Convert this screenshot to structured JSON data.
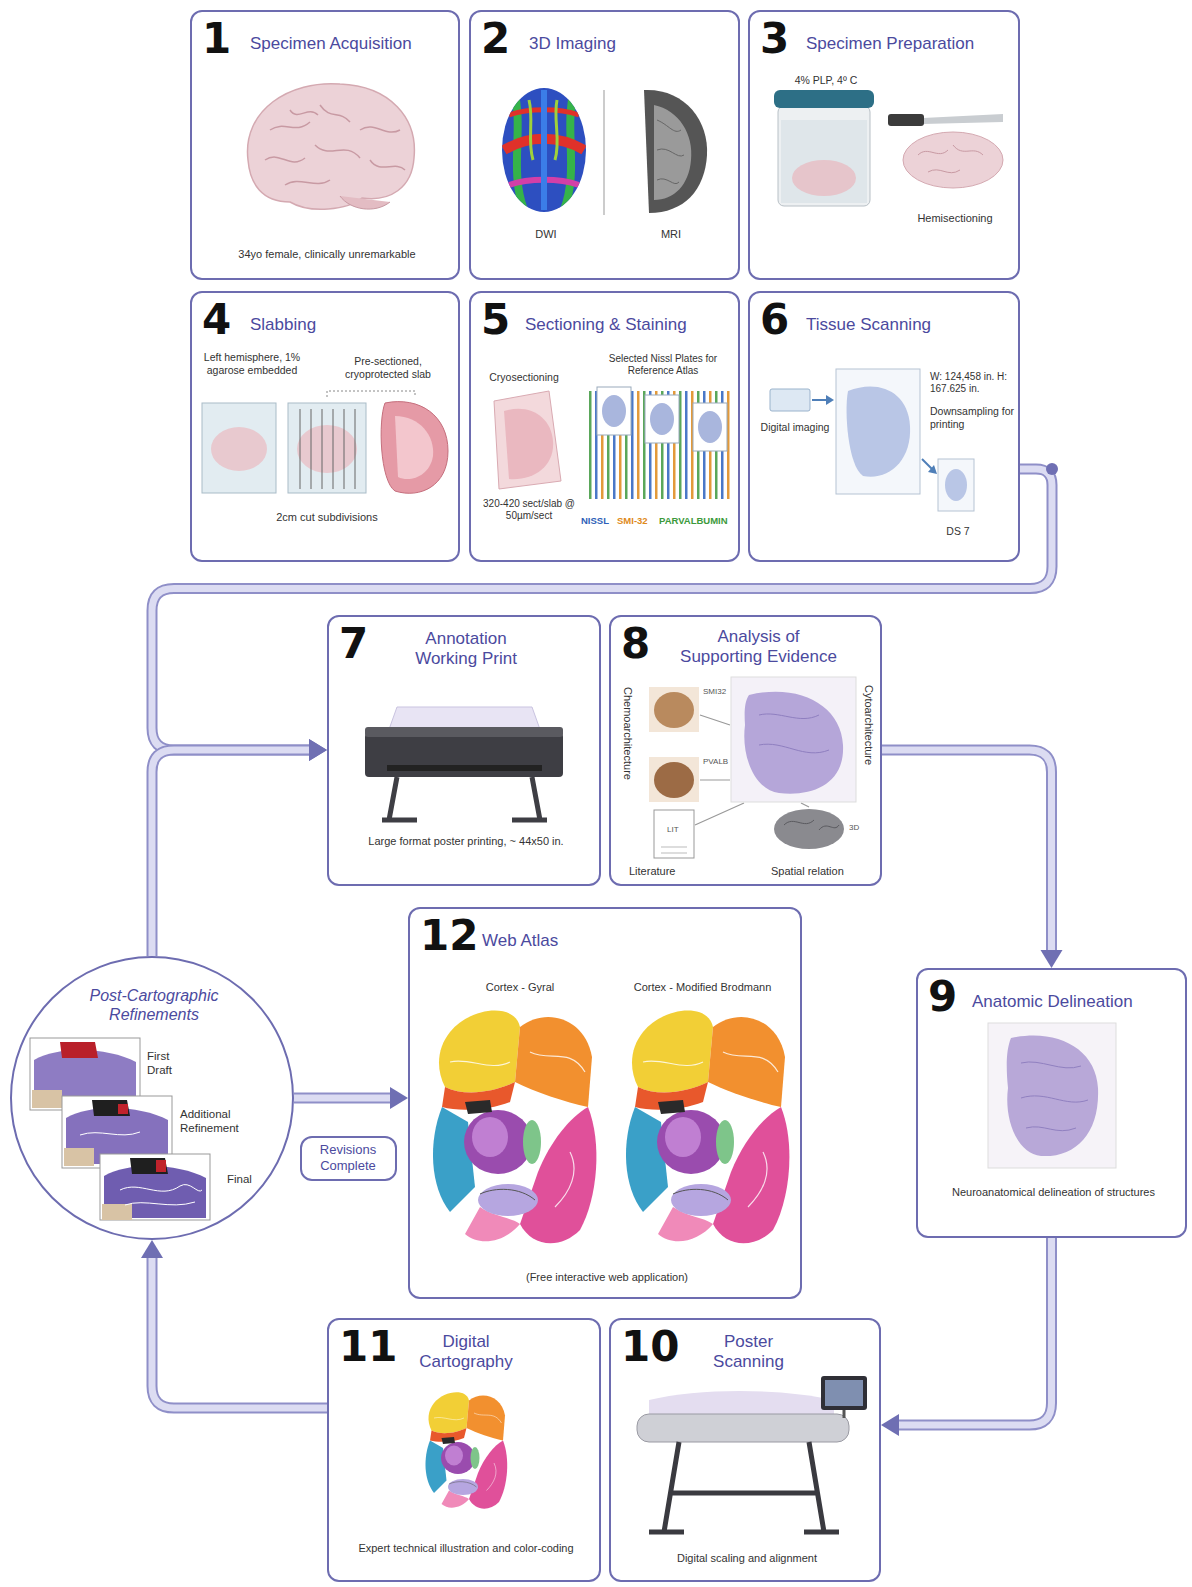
{
  "diagram": {
    "nodes": [
      {
        "text": [
          "1",
          "Specimen Acquisition",
          "34yo female, clinically unremarkable"
        ]
      },
      {
        "text": [
          "2",
          "3D Imaging",
          "DWI",
          "MRI"
        ]
      },
      {
        "text": [
          "3",
          "Specimen Preparation",
          "4% PLP, 4º C",
          "Hemisectioning"
        ]
      },
      {
        "text": [
          "4",
          "Slabbing",
          "Left hemisphere, 1% agarose embedded",
          "Pre-sectioned, cryoprotected slab",
          "2cm cut subdivisions"
        ]
      },
      {
        "text": [
          "5",
          "Sectioning & Staining",
          "Cryosectioning",
          "Selected Nissl Plates for Reference Atlas",
          "320-420 sect/slab @ 50µm/sect",
          "NISSL",
          "SMI-32",
          "PARVALBUMIN"
        ]
      },
      {
        "text": [
          "6",
          "Tissue Scanning",
          "Digital imaging",
          "W: 124,458 in. H: 167.625 in.",
          "Downsampling for printing",
          "DS 7"
        ]
      },
      {
        "text": [
          "7",
          "Annotation Working Print",
          "Large format poster printing, ~ 44x50 in."
        ]
      },
      {
        "text": [
          "8",
          "Analysis of Supporting Evidence",
          "Chemoarchitecture",
          "Cytoarchitecture",
          "Literature",
          "Spatial relation",
          "SMI32",
          "PVALB",
          "LIT",
          "3D"
        ]
      },
      {
        "text": [
          "Post-Cartographic Refinements",
          "First Draft",
          "Additional Refinement",
          "Final"
        ]
      },
      {
        "text": [
          "Revisions Complete"
        ]
      },
      {
        "text": [
          "12",
          "Web Atlas",
          "Cortex - Gyral",
          "Cortex - Modified Brodmann",
          "(Free interactive web application)"
        ]
      },
      {
        "text": [
          "9",
          "Anatomic Delineation",
          "Neuroanatomical delineation of structures"
        ]
      },
      {
        "text": [
          "11",
          "Digital Cartography",
          "Expert technical illustration and color-coding"
        ]
      },
      {
        "text": [
          "10",
          "Poster Scanning",
          "Digital scaling and alignment"
        ]
      }
    ],
    "edges": [
      {
        "from": 5,
        "to": 6,
        "arrow": "to"
      },
      {
        "from": 7,
        "to": 11,
        "arrow": "to"
      },
      {
        "from": 11,
        "to": 13,
        "arrow": "to"
      },
      {
        "from": 12,
        "to": 8,
        "arrow": "to"
      },
      {
        "from": 8,
        "to": 6,
        "arrow": "to"
      },
      {
        "from": 8,
        "to": 10,
        "arrow": "to"
      }
    ]
  }
}
